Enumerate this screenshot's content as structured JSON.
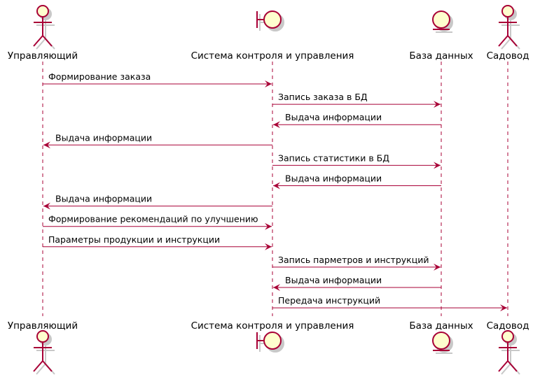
{
  "participants": [
    {
      "id": "manager",
      "kind": "actor",
      "name": "Управляющий"
    },
    {
      "id": "system",
      "kind": "boundary",
      "name": "Система контроля и управления"
    },
    {
      "id": "db",
      "kind": "entity",
      "name": "База данных"
    },
    {
      "id": "gardener",
      "kind": "actor",
      "name": "Садовод"
    }
  ],
  "messages": [
    {
      "from": "manager",
      "to": "system",
      "text": "Формирование заказа"
    },
    {
      "from": "system",
      "to": "db",
      "text": "Запись заказа в БД"
    },
    {
      "from": "db",
      "to": "system",
      "text": "Выдача информации"
    },
    {
      "from": "system",
      "to": "manager",
      "text": "Выдача информации"
    },
    {
      "from": "system",
      "to": "db",
      "text": "Запись статистики в БД"
    },
    {
      "from": "db",
      "to": "system",
      "text": "Выдача информации"
    },
    {
      "from": "system",
      "to": "manager",
      "text": "Выдача информации"
    },
    {
      "from": "manager",
      "to": "system",
      "text": "Формирование рекомендаций по улучшению"
    },
    {
      "from": "manager",
      "to": "system",
      "text": "Параметры  продукции и инструкции"
    },
    {
      "from": "system",
      "to": "db",
      "text": "Запись парметров и инструкций"
    },
    {
      "from": "db",
      "to": "system",
      "text": "Выдача информации"
    },
    {
      "from": "system",
      "to": "gardener",
      "text": "Передача инструкций"
    }
  ],
  "colors": {
    "line": "#A80036",
    "fill": "#FEFECE",
    "shadow": "#C8C8C8",
    "text": "#000000"
  }
}
